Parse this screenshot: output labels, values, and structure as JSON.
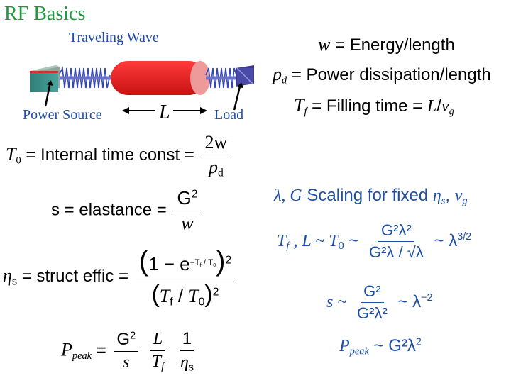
{
  "slide": {
    "title": "RF Basics",
    "diagram_title": "Traveling Wave",
    "label_power_source": "Power Source",
    "label_length": "L",
    "label_load": "Load"
  },
  "left_equations": {
    "t0_sym": "T",
    "t0_sub": "0",
    "t0_text": " = Internal time const =",
    "t0_num": "2w",
    "t0_den_p": "p",
    "t0_den_sub": "d",
    "s_lhs": "s = elastance =",
    "s_num_g": "G",
    "s_num_exp": "2",
    "s_den": "w",
    "eta_sym": "η",
    "eta_sub": "s",
    "eta_text": " = struct effic =",
    "eta_num_one": "1 − e",
    "eta_num_exp": "−T",
    "eta_num_exp_sub": "f",
    "eta_num_exp2": " / T",
    "eta_num_exp2_sub": "0",
    "eta_num_sq": "2",
    "eta_den_t": "T",
    "eta_den_tsub": "f",
    "eta_den_t0": "T",
    "eta_den_t0sub": "0",
    "eta_den_sq": "2",
    "ppeak_p": "P",
    "ppeak_sub": "peak",
    "ppeak_eq": "=",
    "ppeak_f1_num": "G",
    "ppeak_f1_num_exp": "2",
    "ppeak_f1_den": "s",
    "ppeak_f2_num": "L",
    "ppeak_f2_den_t": "T",
    "ppeak_f2_den_sub": "f",
    "ppeak_f3_num": "1",
    "ppeak_f3_den": "η",
    "ppeak_f3_den_sub": "s"
  },
  "right_equations": {
    "w_sym": "w",
    "w_text": " = Energy/length",
    "pd_sym": "p",
    "pd_sub": "d",
    "pd_text": " = Power dissipation/length",
    "tf_sym": "T",
    "tf_sub": "f",
    "tf_text": " = Filling time = ",
    "tf_l": "L",
    "tf_slash": "/",
    "tf_v": "v",
    "tf_vsub": "g",
    "scaling_lambda_g": "λ, G",
    "scaling_text": " Scaling for fixed ",
    "scaling_eta": "η",
    "scaling_eta_sub": "s",
    "scaling_comma": ", ",
    "scaling_v": "v",
    "scaling_v_sub": "g",
    "r1_lhs_t": "T",
    "r1_lhs_sub": "f",
    "r1_lhs_rest": " , L ~ T",
    "r1_lhs_sub0": "0",
    "r1_tilde": "~",
    "r1_num": "G²λ²",
    "r1_den": "G²λ / √λ",
    "r1_rhs": "~ λ",
    "r1_rhs_exp": "3/2",
    "r2_lhs": "s ~",
    "r2_num": "G²",
    "r2_den": "G²λ²",
    "r2_rhs": "~ λ",
    "r2_rhs_exp": "−2",
    "r3_p": "P",
    "r3_sub": "peak",
    "r3_rest": " ~ G²λ",
    "r3_exp": "2"
  },
  "colors": {
    "title": "#1f9a3f",
    "labels": "#1f4fa8",
    "structure_red": "#e01d1d",
    "waveguide_teal": "#3a8f86",
    "coil": "#3345b8"
  }
}
